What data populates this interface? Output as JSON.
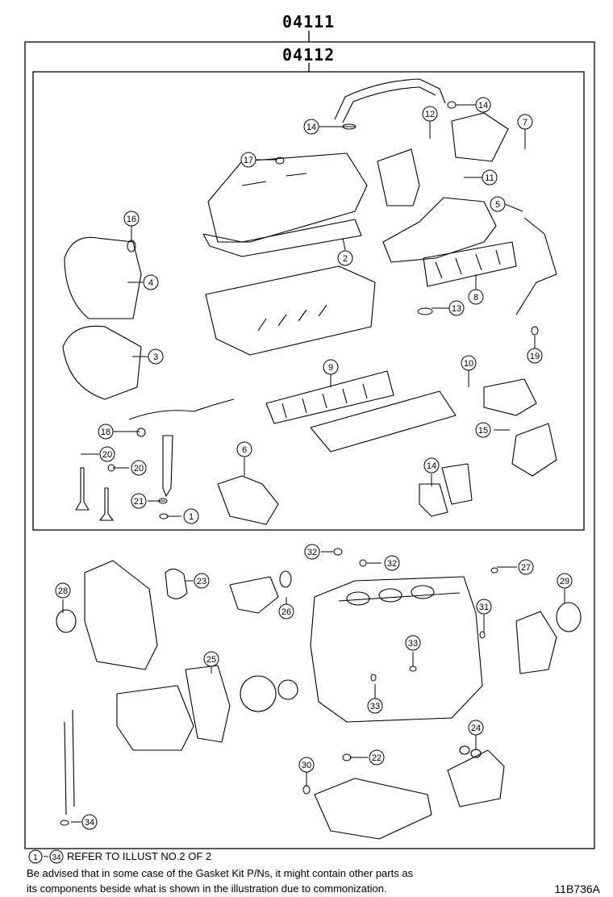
{
  "kit_outer": {
    "code": "04111"
  },
  "kit_inner": {
    "code": "04112"
  },
  "callouts": [
    {
      "id": "c14a",
      "label": "14"
    },
    {
      "id": "c14b",
      "label": "14"
    },
    {
      "id": "c12",
      "label": "12"
    },
    {
      "id": "c7",
      "label": "7"
    },
    {
      "id": "c17",
      "label": "17"
    },
    {
      "id": "c11",
      "label": "11"
    },
    {
      "id": "c5",
      "label": "5"
    },
    {
      "id": "c16",
      "label": "16"
    },
    {
      "id": "c2",
      "label": "2"
    },
    {
      "id": "c4",
      "label": "4"
    },
    {
      "id": "c8",
      "label": "8"
    },
    {
      "id": "c13",
      "label": "13"
    },
    {
      "id": "c3",
      "label": "3"
    },
    {
      "id": "c19",
      "label": "19"
    },
    {
      "id": "c9",
      "label": "9"
    },
    {
      "id": "c10",
      "label": "10"
    },
    {
      "id": "c18",
      "label": "18"
    },
    {
      "id": "c15",
      "label": "15"
    },
    {
      "id": "c20a",
      "label": "20"
    },
    {
      "id": "c6",
      "label": "6"
    },
    {
      "id": "c20b",
      "label": "20"
    },
    {
      "id": "c14c",
      "label": "14"
    },
    {
      "id": "c21",
      "label": "21"
    },
    {
      "id": "c1",
      "label": "1"
    },
    {
      "id": "c32a",
      "label": "32"
    },
    {
      "id": "c32b",
      "label": "32"
    },
    {
      "id": "c27",
      "label": "27"
    },
    {
      "id": "c23",
      "label": "23"
    },
    {
      "id": "c28",
      "label": "28"
    },
    {
      "id": "c29",
      "label": "29"
    },
    {
      "id": "c26",
      "label": "26"
    },
    {
      "id": "c31",
      "label": "31"
    },
    {
      "id": "c33a",
      "label": "33"
    },
    {
      "id": "c25",
      "label": "25"
    },
    {
      "id": "c33b",
      "label": "33"
    },
    {
      "id": "c24",
      "label": "24"
    },
    {
      "id": "c22",
      "label": "22"
    },
    {
      "id": "c30",
      "label": "30"
    },
    {
      "id": "c34",
      "label": "34"
    }
  ],
  "footer": {
    "range_from": "1",
    "range_tilde": "~",
    "range_to": "34",
    "refer_text": "REFER TO ILLUST NO.2 OF 2",
    "note_line1": "Be advised that in some case of the Gasket Kit P/Ns,  it might contain other parts as",
    "note_line2": "its components beside what is shown in the illustration due to commonization.",
    "drawing_id": "11B736A"
  }
}
